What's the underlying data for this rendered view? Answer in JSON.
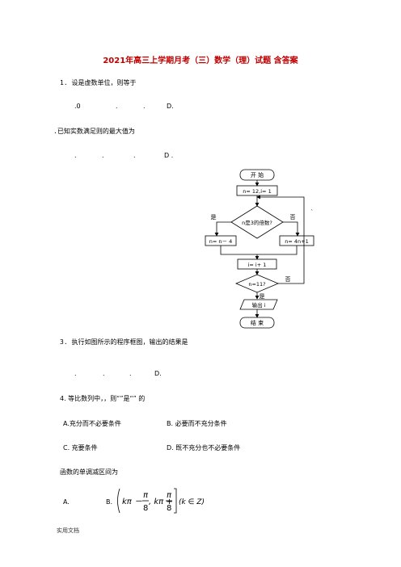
{
  "title": "2021年高三上学期月考（三）数学（理）试题 含答案",
  "q1": {
    "stem": "1. 设是虚数单位，则等于",
    "options": [
      ".0",
      ".",
      ".",
      "D."
    ]
  },
  "q2": {
    "stem": ".已知实数满足则的最大值为",
    "options": [
      ".",
      ".",
      ".",
      "D ."
    ]
  },
  "flowchart": {
    "start": "开 始",
    "init": "n= 12,i= 1",
    "decision": "n是3的倍数?",
    "yes_label": "是",
    "no_label": "否",
    "branch_yes": "n= n－ 4",
    "branch_no": "n= 4n+1",
    "increment": "i= i+ 1",
    "condition": "n=11?",
    "cond_no": "否",
    "cond_yes": "是",
    "output": "输出 i",
    "end": "结 束",
    "side_mark": "`"
  },
  "q3": {
    "stem": "3. 执行如图所示的程序框图，输出的结果是",
    "options": [
      ".",
      ".",
      ".",
      "D."
    ]
  },
  "q4": {
    "stem": "4. 等比数列中，，则“”是“” 的",
    "options": [
      "A.充分而不必要条件",
      "B. 必要而不充分条件",
      "C. 充要条件",
      "D. 既不充分也不必要条件"
    ]
  },
  "q5": {
    "stem": "函数的单调减区间为",
    "optA": "A.",
    "optB": "B.",
    "interval_left": "kπ －",
    "interval_mid": ", kπ +",
    "pi": "π",
    "eight": "8",
    "interval_tail": "(k ∈ Z)"
  },
  "footer": "实用文档"
}
